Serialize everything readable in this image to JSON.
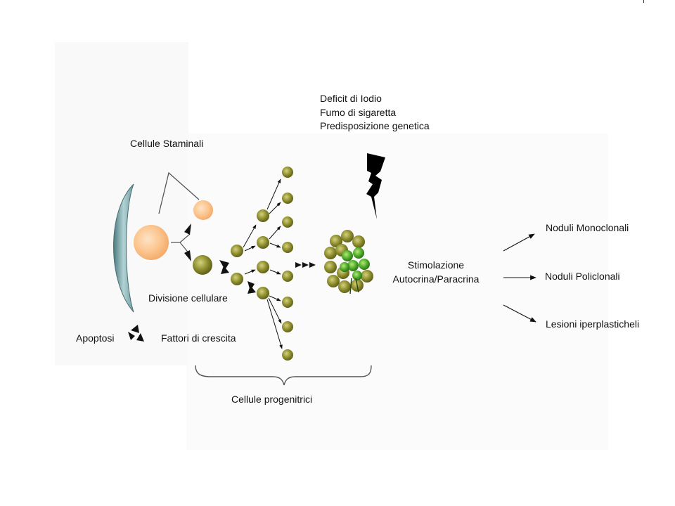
{
  "labels": {
    "stem_cells": "Cellule Staminali",
    "cell_division": "Divisione cellulare",
    "apoptosis": "Apoptosi",
    "growth_factors": "Fattori di crescita",
    "progenitor_cells": "Cellule progenitrici",
    "stimulation_line1": "Stimolazione",
    "stimulation_line2": "Autocrina/Paracrina"
  },
  "risk_factors": [
    "Deficit di Iodio",
    "Fumo di sigaretta",
    "Predisposizione genetica"
  ],
  "outcomes": [
    "Noduli Monoclonali",
    "Noduli Policlonali",
    "Lesioni iperplasticheli"
  ],
  "colors": {
    "stem_cell": "#fcc690",
    "progenitor_cell": "#8a8a2c",
    "nodule_green": "#4aa82a",
    "membrane": "#6f9ca0"
  }
}
